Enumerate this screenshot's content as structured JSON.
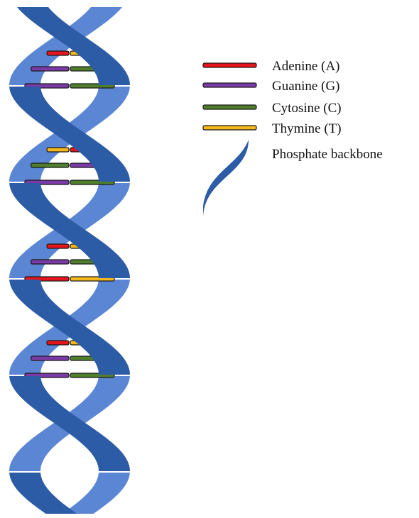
{
  "legend": {
    "items": [
      {
        "label": "Adenine (A)",
        "color": "#e8141b"
      },
      {
        "label": "Guanine (G)",
        "color": "#7b3aa8"
      },
      {
        "label": "Cytosine (C)",
        "color": "#4f7f2c"
      },
      {
        "label": "Thymine (T)",
        "color": "#f4b81a"
      }
    ],
    "backbone_label": "Phosphate backbone"
  },
  "colors": {
    "backbone_light": "#5b86d4",
    "backbone_dark": "#2d5ca7",
    "background": "#ffffff"
  },
  "base_pairs": [
    [
      "A",
      "T"
    ],
    [
      "G",
      "C"
    ],
    [
      "G",
      "C"
    ],
    [
      "T",
      "A"
    ],
    [
      "C",
      "G"
    ],
    [
      "G",
      "C"
    ],
    [
      "A",
      "T"
    ],
    [
      "G",
      "C"
    ],
    [
      "A",
      "T"
    ],
    [
      "A",
      "T"
    ],
    [
      "G",
      "C"
    ],
    [
      "G",
      "C"
    ]
  ]
}
